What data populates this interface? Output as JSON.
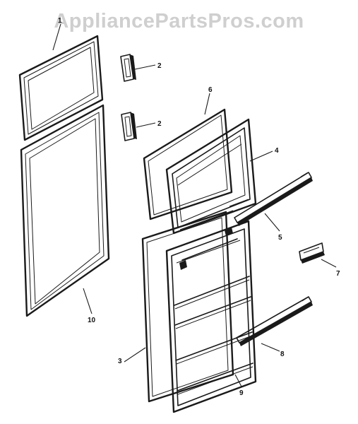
{
  "watermark": "AppliancePartsPros.com",
  "callouts": {
    "c1": "1",
    "c2a": "2",
    "c2b": "2",
    "c3": "3",
    "c4": "4",
    "c5": "5",
    "c6": "6",
    "c7": "7",
    "c8": "8",
    "c9": "9",
    "c10": "10"
  }
}
